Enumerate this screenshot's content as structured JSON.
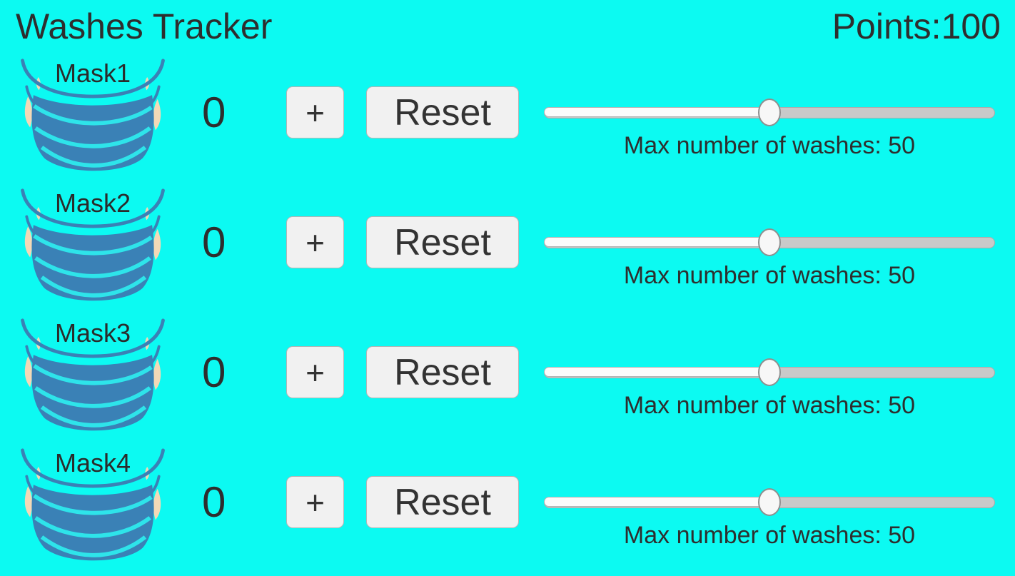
{
  "app": {
    "title": "Washes Tracker",
    "points_label": "Points:",
    "points_value": "100"
  },
  "colors": {
    "background": "#0cfaf2",
    "text": "#2e2e2e",
    "mask_blue": "#3a81b6",
    "mask_strap_peach": "#f3d9b7",
    "mask_pleat_cyan": "#2ee4ea",
    "button_background": "#f1f1f1",
    "slider_track_left": "#fbfbfb",
    "slider_track_right": "#c9c9c9"
  },
  "masks": [
    {
      "label": "Mask1",
      "count": "0",
      "plus_label": "+",
      "reset_label": "Reset",
      "max_label": "Max number of washes: 50",
      "max_washes": 50,
      "slider_position": "50%"
    },
    {
      "label": "Mask2",
      "count": "0",
      "plus_label": "+",
      "reset_label": "Reset",
      "max_label": "Max number of washes: 50",
      "max_washes": 50,
      "slider_position": "50%"
    },
    {
      "label": "Mask3",
      "count": "0",
      "plus_label": "+",
      "reset_label": "Reset",
      "max_label": "Max number of washes: 50",
      "max_washes": 50,
      "slider_position": "50%"
    },
    {
      "label": "Mask4",
      "count": "0",
      "plus_label": "+",
      "reset_label": "Reset",
      "max_label": "Max number of washes: 50",
      "max_washes": 50,
      "slider_position": "50%"
    }
  ]
}
